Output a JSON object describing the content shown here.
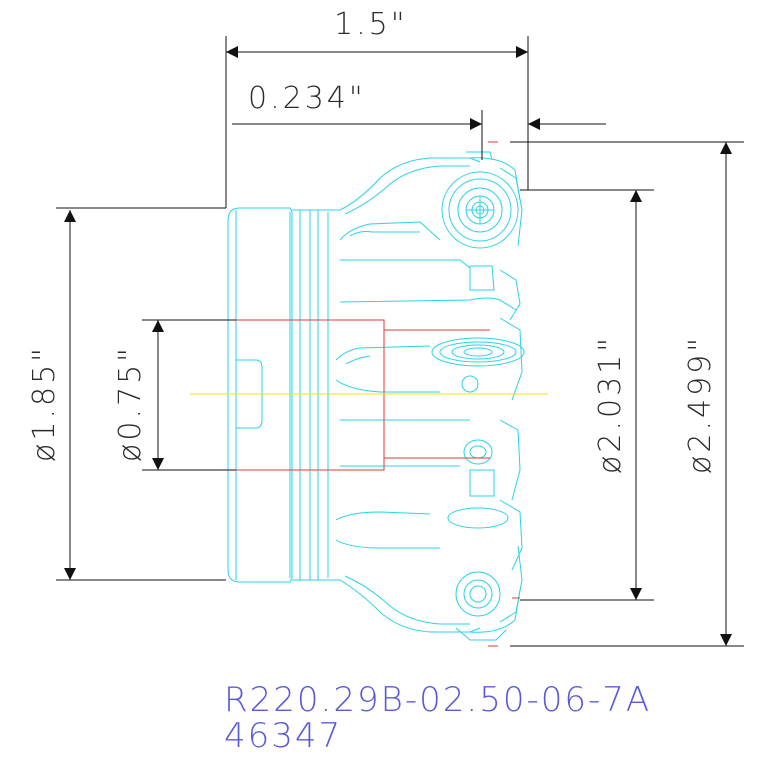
{
  "dimensions": {
    "overall_length": "1.5\"",
    "offset_length": "0.234\"",
    "dia_body": "ø1.85\"",
    "dia_bore": "ø0.75\"",
    "dia_mid": "ø2.031\"",
    "dia_cutting": "ø2.499\""
  },
  "part": {
    "number": "R220.29B-02.50-06-7A",
    "code": "46347"
  },
  "colors": {
    "outline": "#29d3e6",
    "dimension": "#111111",
    "bore": "#e03a3a",
    "centerline": "#f2e600",
    "part_text": "#5a5ad8"
  }
}
